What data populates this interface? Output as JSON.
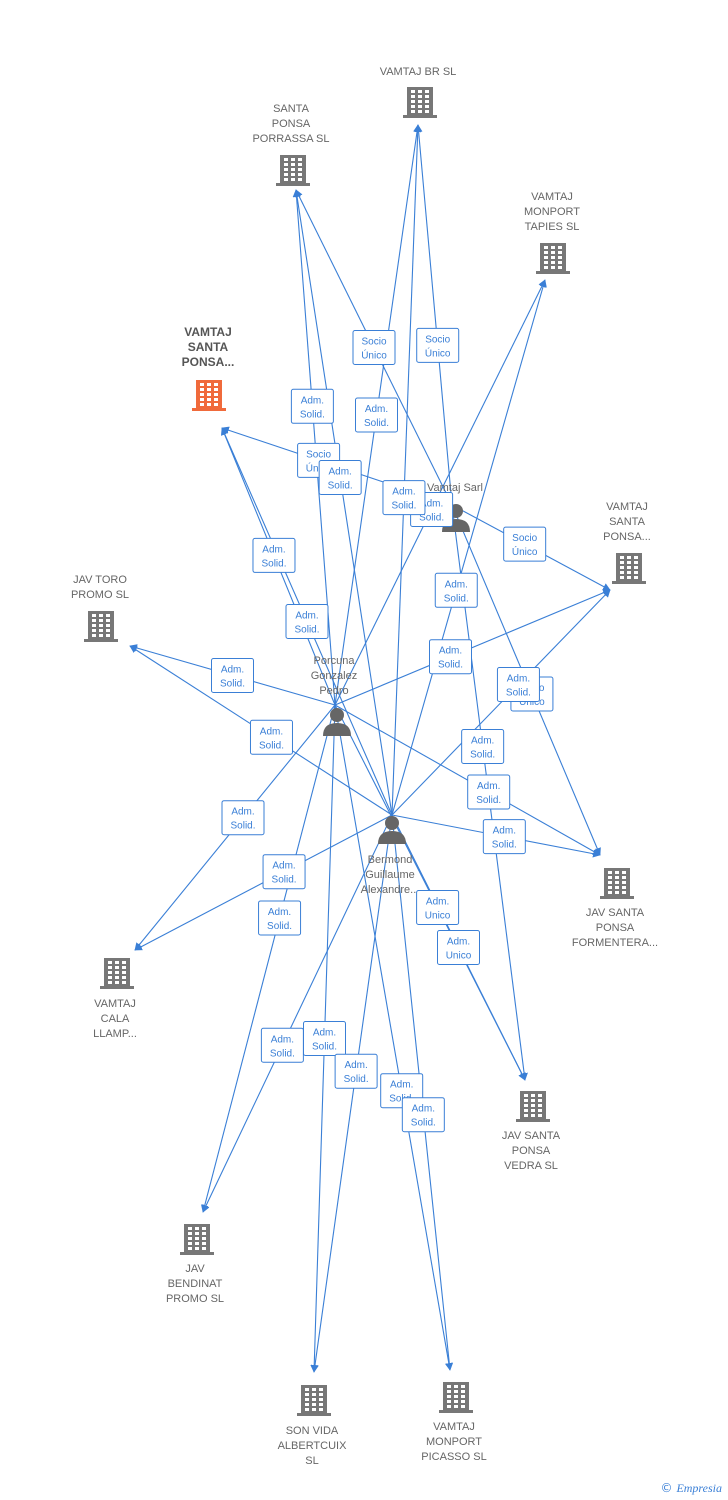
{
  "colors": {
    "edge": "#3a7fd6",
    "company": "#777777",
    "highlight": "#f06a3b",
    "person": "#666666"
  },
  "companies": [
    {
      "id": "vamtaj-br",
      "lines": [
        "VAMTAJ BR  SL"
      ]
    },
    {
      "id": "santa-ponsa-porrassa",
      "lines": [
        "SANTA",
        "PONSA",
        "PORRASSA  SL"
      ]
    },
    {
      "id": "vamtaj-monport-tapies",
      "lines": [
        "VAMTAJ",
        "MONPORT",
        "TAPIES  SL"
      ]
    },
    {
      "id": "vamtaj-santa-ponsa-main",
      "lines": [
        "VAMTAJ",
        "SANTA",
        "PONSA..."
      ],
      "highlight": true
    },
    {
      "id": "vamtaj-santa-ponsa-2",
      "lines": [
        "VAMTAJ",
        "SANTA",
        "PONSA..."
      ]
    },
    {
      "id": "jav-toro-promo",
      "lines": [
        "JAV TORO",
        "PROMO  SL"
      ]
    },
    {
      "id": "jav-santa-ponsa-formentera",
      "lines": [
        "JAV SANTA",
        "PONSA",
        "FORMENTERA..."
      ]
    },
    {
      "id": "vamtaj-cala-llamp",
      "lines": [
        "VAMTAJ",
        "CALA",
        "LLAMP..."
      ]
    },
    {
      "id": "jav-santa-ponsa-vedra",
      "lines": [
        "JAV SANTA",
        "PONSA",
        "VEDRA  SL"
      ]
    },
    {
      "id": "jav-bendinat-promo",
      "lines": [
        "JAV",
        "BENDINAT",
        "PROMO  SL"
      ]
    },
    {
      "id": "son-vida-albertcuix",
      "lines": [
        "SON VIDA",
        "ALBERTCUIX",
        "SL"
      ]
    },
    {
      "id": "vamtaj-monport-picasso",
      "lines": [
        "VAMTAJ",
        "MONPORT",
        "PICASSO  SL"
      ]
    }
  ],
  "persons": [
    {
      "id": "vamtaj-sarl",
      "lines": [
        "Vamtaj Sarl"
      ]
    },
    {
      "id": "porcuna",
      "lines": [
        "Porcuna",
        "Gonzalez",
        "Pedro"
      ]
    },
    {
      "id": "bermond",
      "lines": [
        "Bermond",
        "Guillaume",
        "Alexandre..."
      ]
    }
  ],
  "edges": [
    {
      "from": "vamtaj-sarl",
      "to": "vamtaj-br",
      "label": [
        "Socio",
        "Único"
      ]
    },
    {
      "from": "vamtaj-sarl",
      "to": "santa-ponsa-porrassa",
      "label": [
        "Socio",
        "Único"
      ]
    },
    {
      "from": "vamtaj-sarl",
      "to": "vamtaj-santa-ponsa-main",
      "label": [
        "Socio",
        "Único"
      ]
    },
    {
      "from": "vamtaj-sarl",
      "to": "vamtaj-santa-ponsa-2",
      "label": [
        "Socio",
        "Único"
      ]
    },
    {
      "from": "vamtaj-sarl",
      "to": "jav-santa-ponsa-formentera",
      "label": [
        "Socio",
        "Único"
      ]
    },
    {
      "from": "vamtaj-sarl",
      "to": "jav-santa-ponsa-vedra",
      "label": [
        "Adm.",
        "Solid."
      ]
    },
    {
      "from": "porcuna",
      "to": "vamtaj-br",
      "label": [
        "Adm.",
        "Solid."
      ]
    },
    {
      "from": "porcuna",
      "to": "santa-ponsa-porrassa",
      "label": [
        "Adm.",
        "Solid."
      ]
    },
    {
      "from": "porcuna",
      "to": "vamtaj-monport-tapies",
      "label": [
        "Adm.",
        "Solid."
      ]
    },
    {
      "from": "porcuna",
      "to": "vamtaj-santa-ponsa-main",
      "label": [
        "Adm.",
        "Solid."
      ]
    },
    {
      "from": "porcuna",
      "to": "vamtaj-santa-ponsa-2",
      "label": [
        "Adm.",
        "Solid."
      ]
    },
    {
      "from": "porcuna",
      "to": "jav-toro-promo",
      "label": [
        "Adm.",
        "Solid."
      ]
    },
    {
      "from": "porcuna",
      "to": "jav-santa-ponsa-formentera",
      "label": [
        "Adm.",
        "Solid."
      ]
    },
    {
      "from": "porcuna",
      "to": "vamtaj-cala-llamp",
      "label": [
        "Adm.",
        "Solid."
      ]
    },
    {
      "from": "porcuna",
      "to": "jav-santa-ponsa-vedra",
      "label": [
        "Adm.",
        "Unico"
      ]
    },
    {
      "from": "porcuna",
      "to": "jav-bendinat-promo",
      "label": [
        "Adm.",
        "Solid."
      ]
    },
    {
      "from": "porcuna",
      "to": "son-vida-albertcuix",
      "label": [
        "Adm.",
        "Solid."
      ]
    },
    {
      "from": "porcuna",
      "to": "vamtaj-monport-picasso",
      "label": [
        "Adm.",
        "Solid."
      ]
    },
    {
      "from": "bermond",
      "to": "vamtaj-br",
      "label": [
        "Adm.",
        "Solid."
      ]
    },
    {
      "from": "bermond",
      "to": "santa-ponsa-porrassa",
      "label": [
        "Adm.",
        "Solid."
      ]
    },
    {
      "from": "bermond",
      "to": "vamtaj-monport-tapies",
      "label": [
        "Adm.",
        "Solid."
      ]
    },
    {
      "from": "bermond",
      "to": "vamtaj-santa-ponsa-main",
      "label": [
        "Adm.",
        "Solid."
      ]
    },
    {
      "from": "bermond",
      "to": "vamtaj-santa-ponsa-2",
      "label": [
        "Adm.",
        "Solid."
      ]
    },
    {
      "from": "bermond",
      "to": "jav-toro-promo",
      "label": [
        "Adm.",
        "Solid."
      ]
    },
    {
      "from": "bermond",
      "to": "jav-santa-ponsa-formentera",
      "label": [
        "Adm.",
        "Solid."
      ]
    },
    {
      "from": "bermond",
      "to": "vamtaj-cala-llamp",
      "label": [
        "Adm.",
        "Solid."
      ]
    },
    {
      "from": "bermond",
      "to": "jav-santa-ponsa-vedra",
      "label": [
        "Adm.",
        "Unico"
      ]
    },
    {
      "from": "bermond",
      "to": "jav-bendinat-promo",
      "label": [
        "Adm.",
        "Solid."
      ]
    },
    {
      "from": "bermond",
      "to": "son-vida-albertcuix",
      "label": [
        "Adm.",
        "Solid."
      ]
    },
    {
      "from": "bermond",
      "to": "vamtaj-monport-picasso",
      "label": [
        "Adm.",
        "Solid."
      ]
    }
  ],
  "brand": {
    "copyright": "©",
    "name": "Empresia"
  }
}
